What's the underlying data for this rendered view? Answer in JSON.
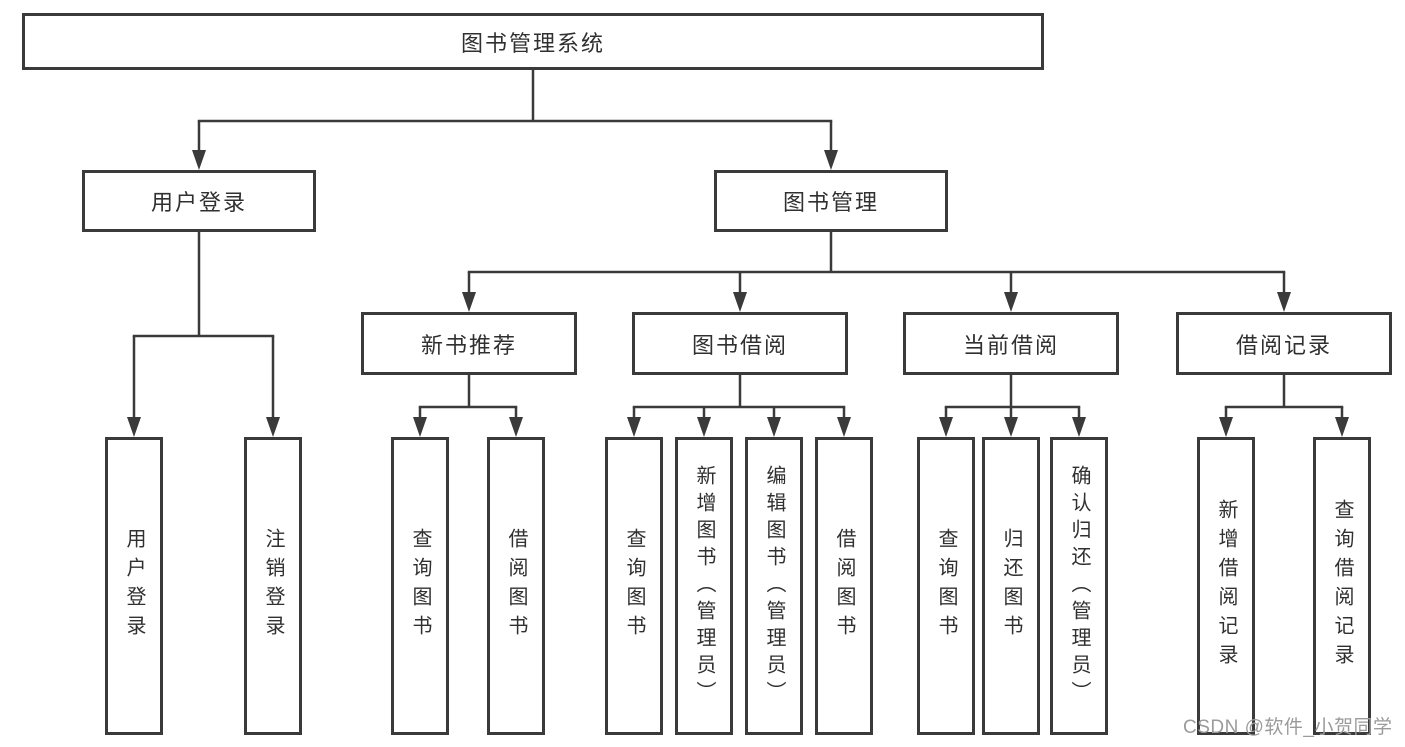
{
  "diagram_title": "图书管理系统",
  "tree": {
    "label": "图书管理系统",
    "children": [
      {
        "label": "用户登录",
        "children": [
          {
            "label": "用户登录"
          },
          {
            "label": "注销登录"
          }
        ]
      },
      {
        "label": "图书管理",
        "children": [
          {
            "label": "新书推荐",
            "children": [
              {
                "label": "查询图书"
              },
              {
                "label": "借阅图书"
              }
            ]
          },
          {
            "label": "图书借阅",
            "children": [
              {
                "label": "查询图书"
              },
              {
                "label": "新增图书（管理员）"
              },
              {
                "label": "编辑图书（管理员）"
              },
              {
                "label": "借阅图书"
              }
            ]
          },
          {
            "label": "当前借阅",
            "children": [
              {
                "label": "查询图书"
              },
              {
                "label": "归还图书"
              },
              {
                "label": "确认归还（管理员）"
              }
            ]
          },
          {
            "label": "借阅记录",
            "children": [
              {
                "label": "新增借阅记录"
              },
              {
                "label": "查询借阅记录"
              }
            ]
          }
        ]
      }
    ]
  },
  "watermark": {
    "text": "CSDN @软件_小贺同学",
    "color": "#9b9b9b"
  },
  "colors": {
    "line": "#3a3a3a",
    "box_border": "#3a3a3a",
    "text": "#303030",
    "background": "#ffffff"
  }
}
